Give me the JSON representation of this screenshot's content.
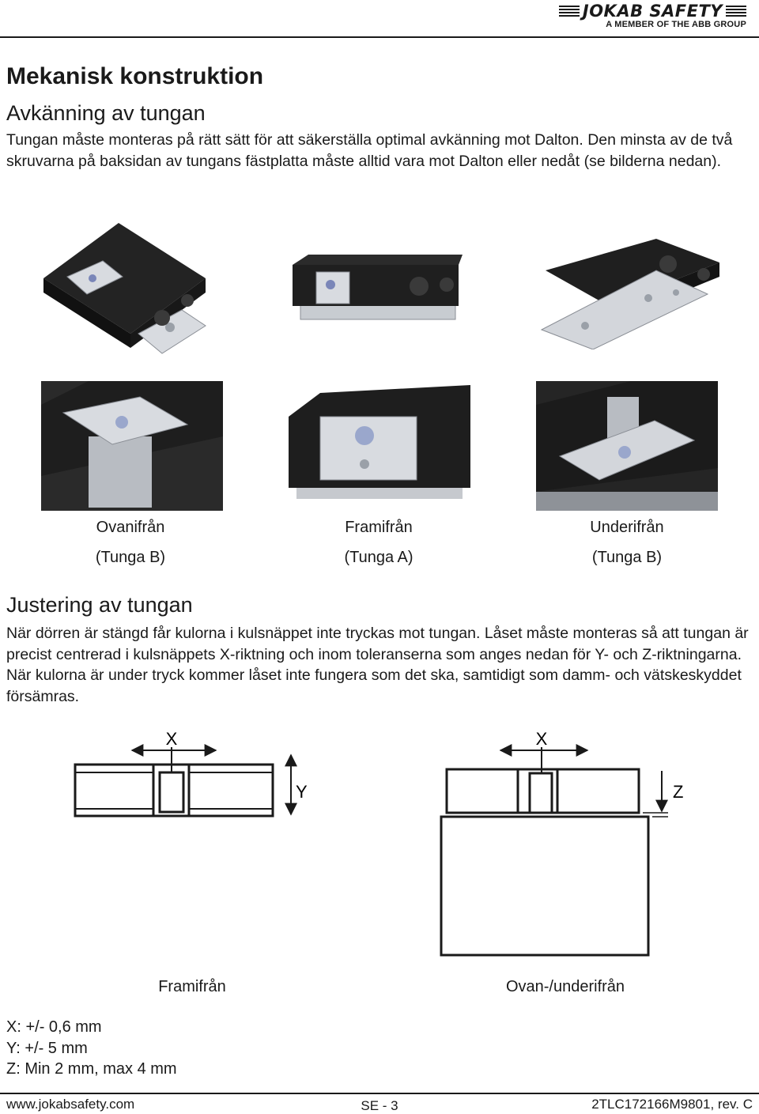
{
  "header": {
    "brand": "JOKAB SAFETY",
    "tagline": "A MEMBER OF THE ABB GROUP"
  },
  "section1": {
    "title": "Mekanisk konstruktion",
    "subtitle": "Avkänning av tungan",
    "text": "Tungan måste monteras på rätt sätt för att säkerställa optimal avkänning mot Dalton. Den minsta av de två skruvarna på baksidan av tungans fästplatta måste alltid vara mot Dalton eller nedåt (se bilderna nedan)."
  },
  "photos": [
    {
      "view": "Ovanifrån",
      "tongue": "(Tunga B)"
    },
    {
      "view": "Framifrån",
      "tongue": "(Tunga A)"
    },
    {
      "view": "Underifrån",
      "tongue": "(Tunga B)"
    }
  ],
  "section2": {
    "title": "Justering av tungan",
    "text": "När dörren är stängd får kulorna i kulsnäppet inte tryckas mot tungan. Låset måste monteras så att tungan är precist centrerad i kulsnäppets X-riktning och inom toleranserna som anges nedan för Y- och Z-riktningarna. När kulorna är under tryck kommer låset inte fungera som det ska, samtidigt som damm- och vätskeskyddet försämras."
  },
  "diagrams": {
    "front": {
      "label_x": "X",
      "label_y": "Y",
      "caption": "Framifrån"
    },
    "top": {
      "label_x": "X",
      "label_z": "Z",
      "caption": "Ovan-/underifrån"
    }
  },
  "tolerances": [
    "X: +/- 0,6 mm",
    "Y: +/- 5 mm",
    "Z: Min 2 mm, max 4 mm"
  ],
  "footer": {
    "website": "www.jokabsafety.com",
    "page": "SE - 3",
    "docid": "2TLC172166M9801, rev. C"
  }
}
